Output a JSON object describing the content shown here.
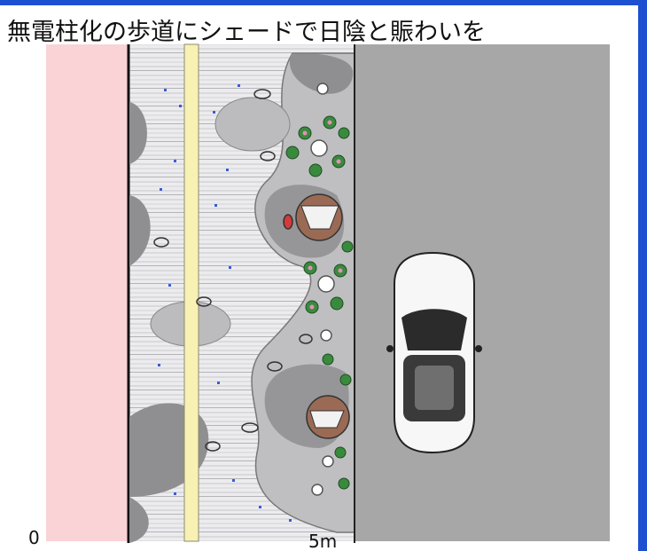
{
  "title": "無電柱化の歩道にシェードで日陰と賑わいを",
  "scale": {
    "start": "0",
    "end": "5m"
  },
  "colors": {
    "frame": "#1d4fd1",
    "building_strip": "#f9d3d6",
    "tactile_strip": "#f8f1b4",
    "paving_light": "#e9e9ec",
    "paving_dark": "#bcbcbf",
    "shade_blob": "#8e8e90",
    "roadway": "#a7a7a7",
    "car": "#f7f7f7",
    "planting": "#3a8a3e",
    "flower": "#e38fb6"
  },
  "elements": [
    "building-strip",
    "sidewalk-paving",
    "tactile-paving-strip",
    "shade-blobs",
    "tree-canopies",
    "planters",
    "street-lights",
    "bicycles",
    "benches",
    "roadway",
    "parked-car"
  ]
}
